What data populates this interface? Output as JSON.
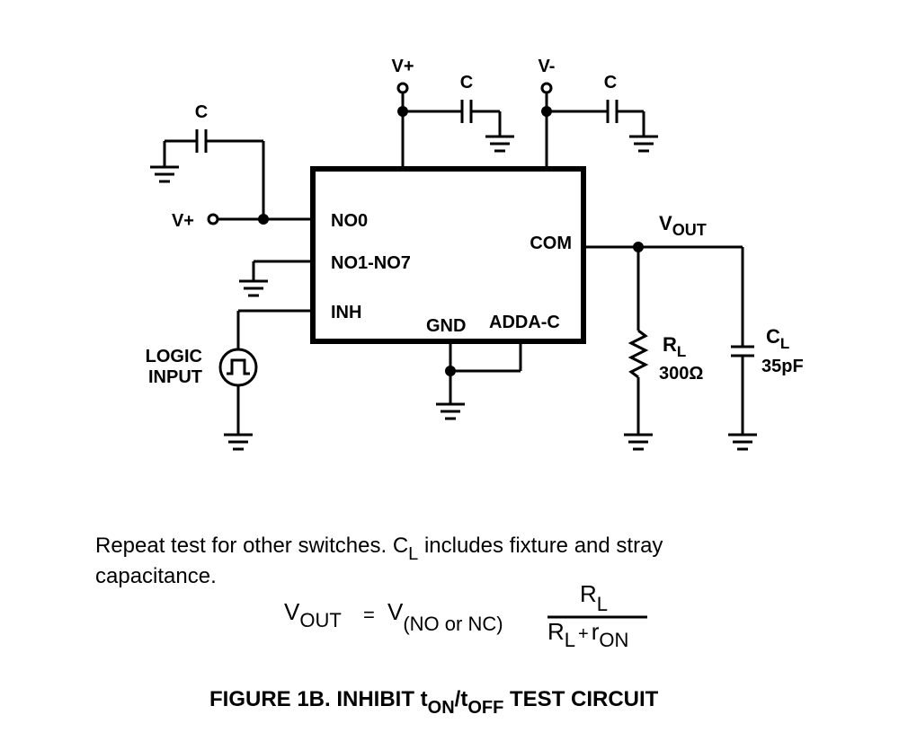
{
  "labels": {
    "vplus_top": "V+",
    "vminus_top": "V-",
    "cap_c": "C",
    "vplus_left": "V+",
    "pin_no0": "NO0",
    "pin_no1": "NO1-NO7",
    "pin_inh": "INH",
    "pin_com": "COM",
    "pin_gnd": "GND",
    "pin_adda": "ADDA-C",
    "logic_line1": "LOGIC",
    "logic_line2": "INPUT",
    "vout_main": "V",
    "vout_sub": "OUT",
    "rl_main": "R",
    "rl_sub": "L",
    "rl_value": "300Ω",
    "cl_main": "C",
    "cl_sub": "L",
    "cl_value": "35pF"
  },
  "notes": {
    "line1_a": "Repeat test for other switches. C",
    "line1_sub": "L",
    "line1_b": " includes fixture and stray",
    "line2": "capacitance."
  },
  "formula": {
    "v": "V",
    "out": "OUT",
    "eq": "=",
    "v2": "V",
    "sub2": "(NO or NC)",
    "num_r": "R",
    "num_sub": "L",
    "den_r": "R",
    "den_sub": "L",
    "plus": "+",
    "den_r2": "r",
    "den_sub2": "ON"
  },
  "caption": {
    "a": "FIGURE 1B.  INHIBIT t",
    "on": "ON",
    "slash": "/t",
    "off": "OFF",
    "b": " TEST CIRCUIT"
  }
}
